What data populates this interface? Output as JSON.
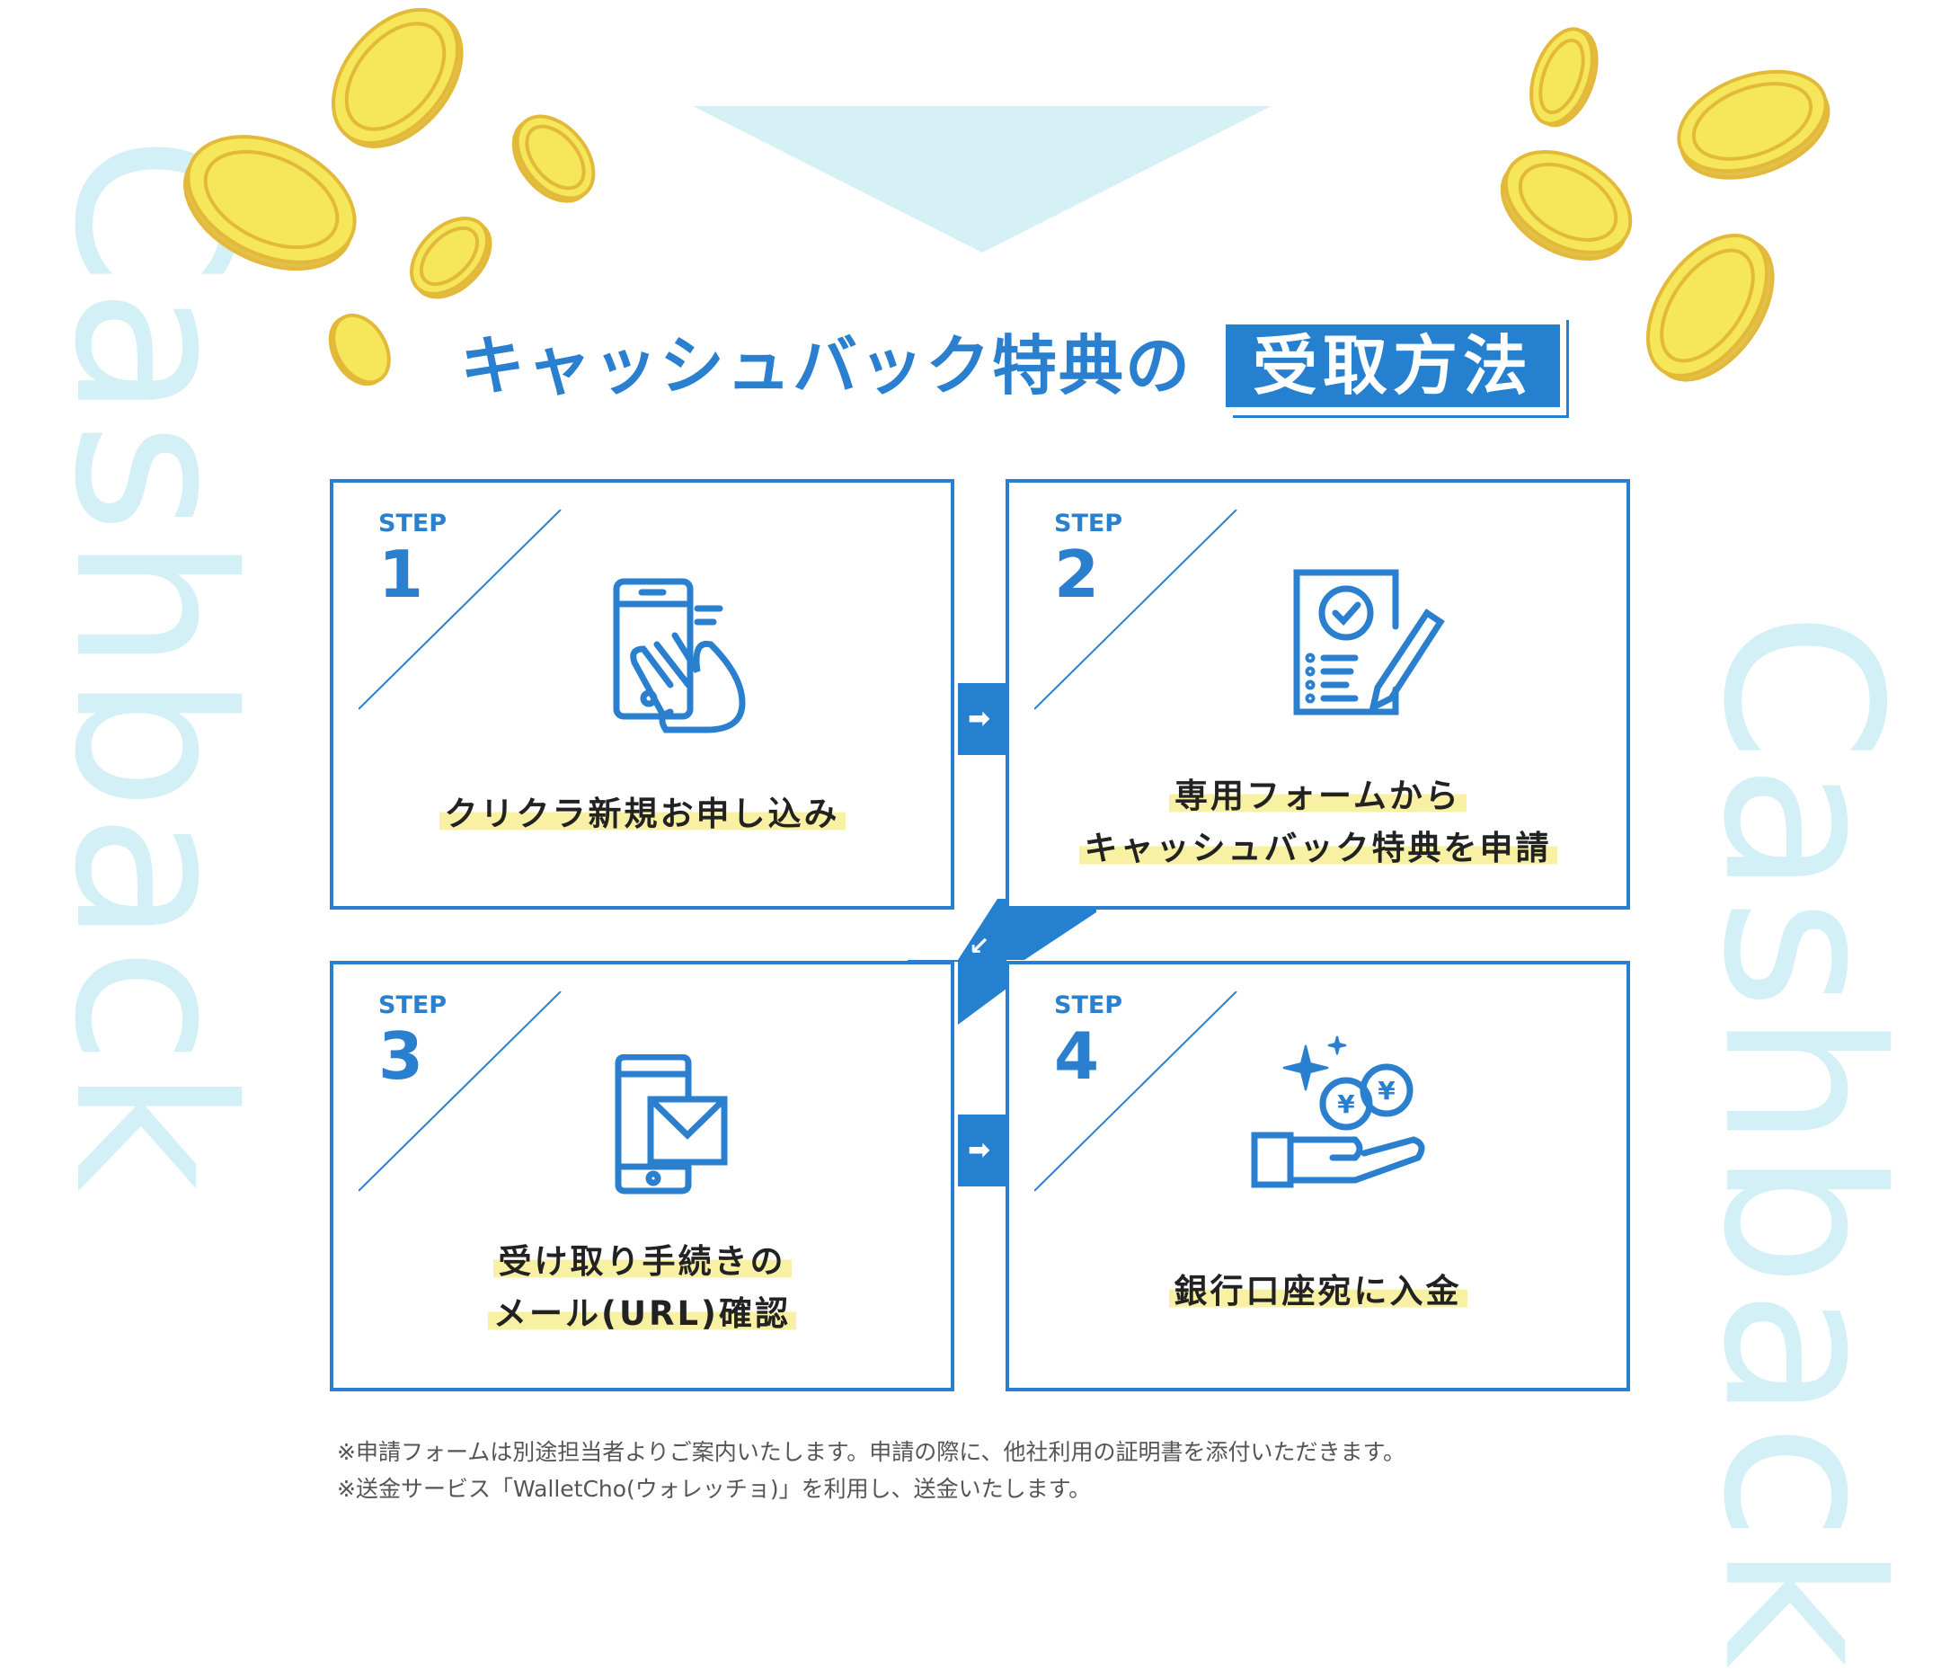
{
  "background_word": "Cashback",
  "title": {
    "main": "キャッシュバック特典の",
    "highlight": "受取方法"
  },
  "colors": {
    "accent": "#2580d0",
    "highlight": "#f8f1a4",
    "watermark": "#d3f0f6",
    "coin": "#f5e65a"
  },
  "steps": [
    {
      "label": "STEP",
      "number": "1",
      "icon": "smartphone-tap-icon",
      "lines": [
        "クリクラ新規お申し込み"
      ]
    },
    {
      "label": "STEP",
      "number": "2",
      "icon": "form-checklist-pen-icon",
      "lines": [
        "専用フォームから",
        "キャッシュバック特典を申請"
      ]
    },
    {
      "label": "STEP",
      "number": "3",
      "icon": "smartphone-mail-icon",
      "lines": [
        "受け取り手続きの",
        "メール(URL)確認"
      ]
    },
    {
      "label": "STEP",
      "number": "4",
      "icon": "hand-yen-coins-icon",
      "lines": [
        "銀行口座宛に入金"
      ]
    }
  ],
  "notes": [
    "※申請フォームは別途担当者よりご案内いたします。申請の際に、他社利用の証明書を添付いただきます。",
    "※送金サービス「WalletCho(ウォレッチョ)」を利用し、送金いたします。"
  ]
}
